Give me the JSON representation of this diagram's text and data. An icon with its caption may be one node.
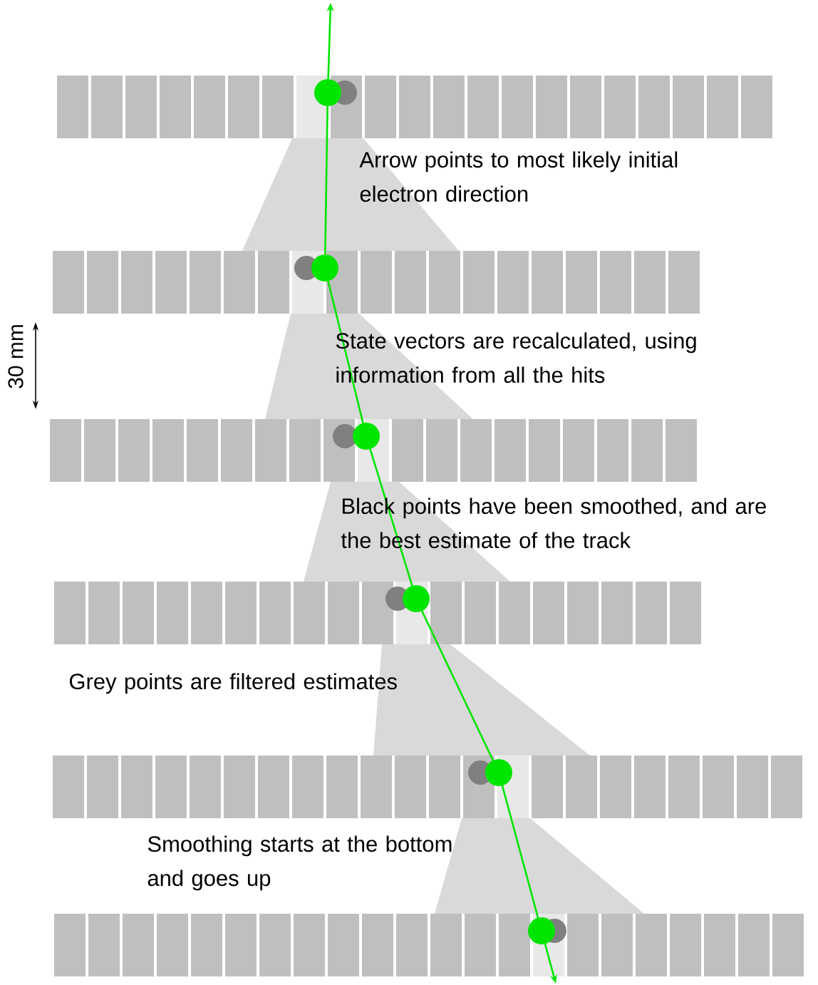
{
  "diagram": {
    "labels": [
      "Arrow points to most likely initial electron direction",
      "30 mm",
      "State vectors are recalculated, using information from all the hits",
      "Black points have been smoothed, and are the best estimate of the track",
      "Grey points are filtered estimates",
      "Smoothing starts at the bottom and goes up"
    ]
  }
}
